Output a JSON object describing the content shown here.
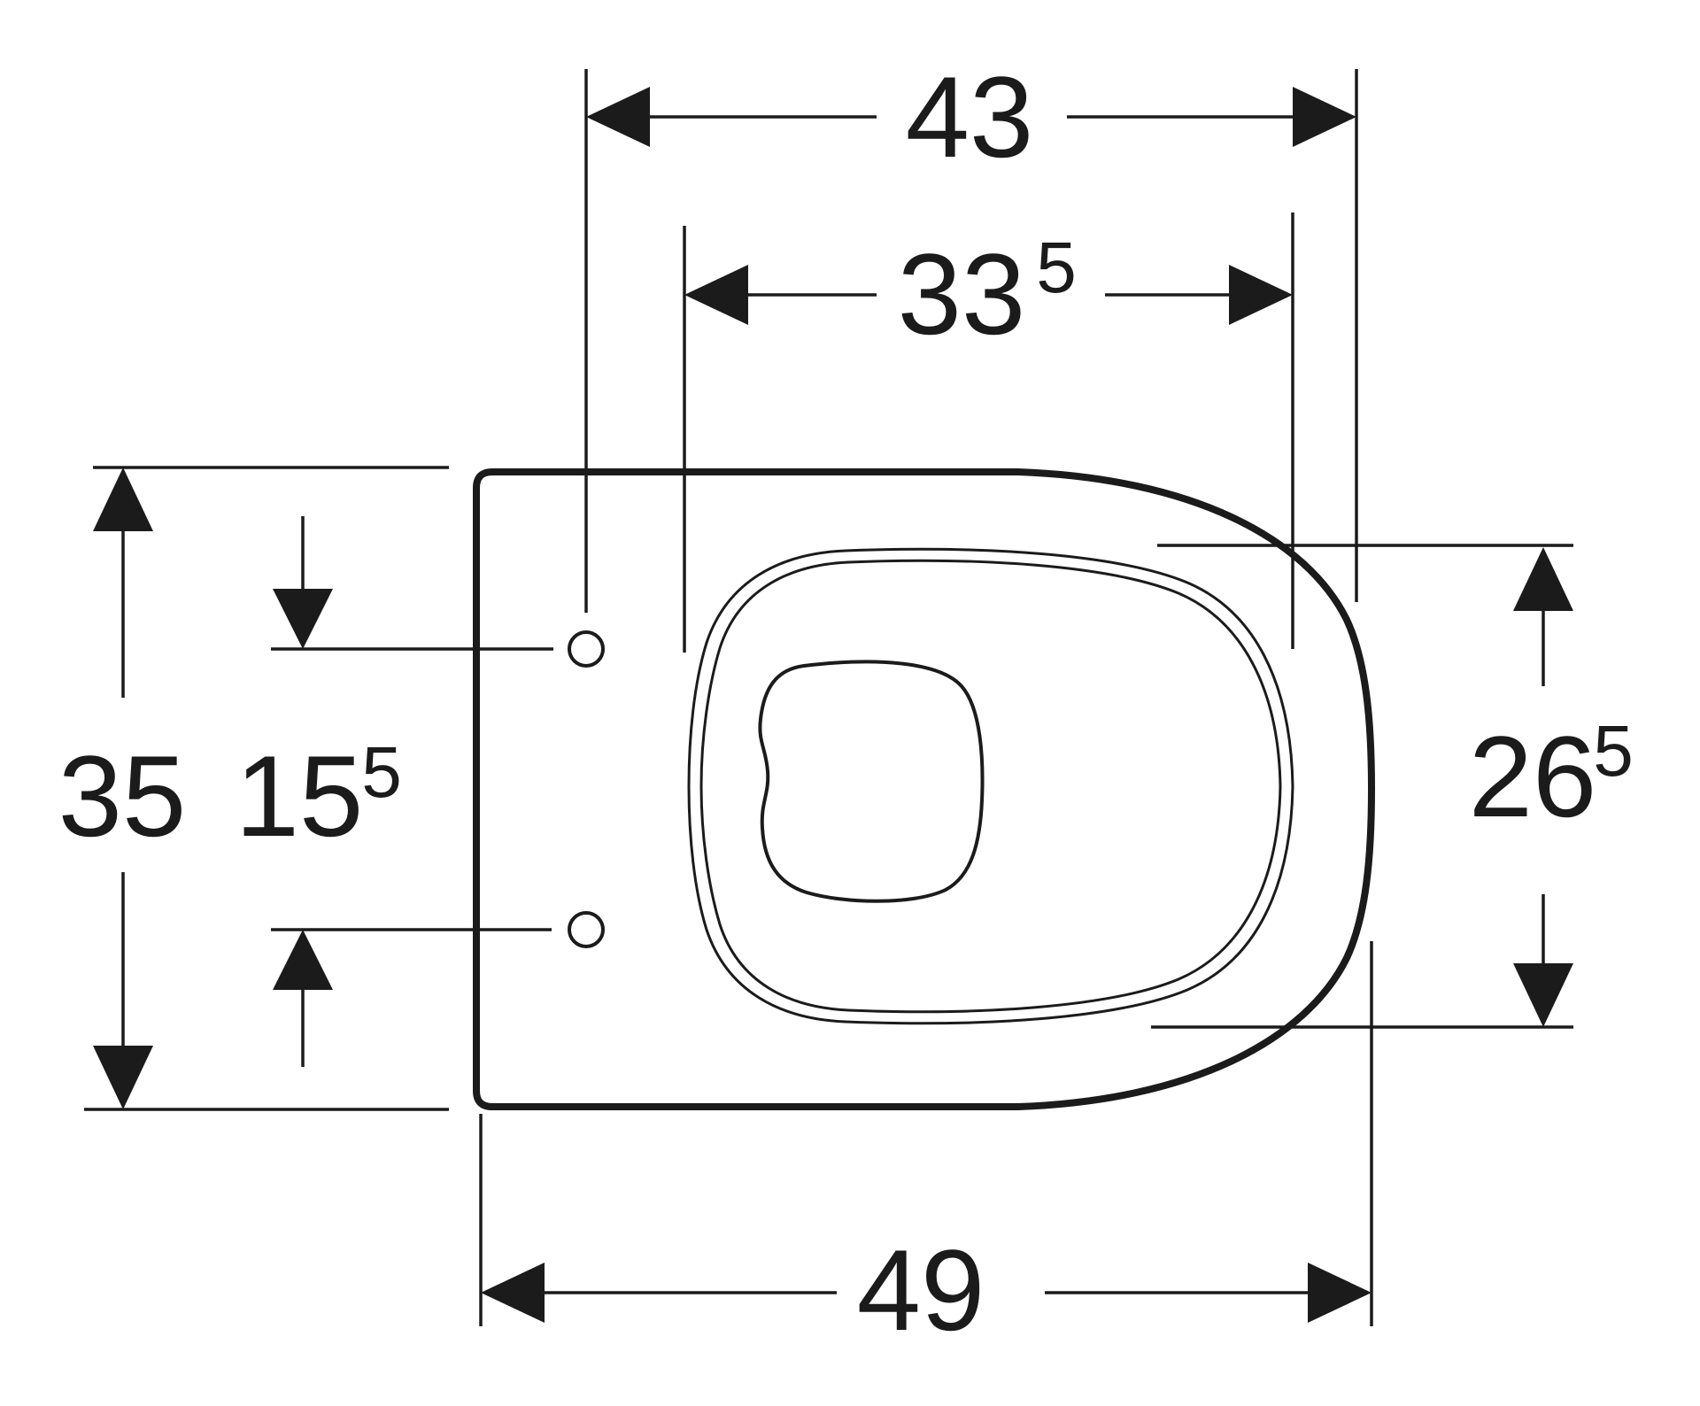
{
  "colors": {
    "ink": "#1b1b1b",
    "background": "#ffffff"
  },
  "drawing": {
    "description": "Black-and-white dimensioned technical line drawing, top view of a wall/floor toilet ceramic: outer body outline, double-line seat ring, inner bowl opening, two seat mounting holes",
    "units_style": "centimeters with superscript half-units"
  },
  "dimensions": {
    "top_outer": {
      "value": "43",
      "sup": ""
    },
    "top_inner": {
      "value": "33",
      "sup": "5"
    },
    "left_outer": {
      "value": "35",
      "sup": ""
    },
    "left_inner": {
      "value": "15",
      "sup": "5"
    },
    "right": {
      "value": "26",
      "sup": "5"
    },
    "bottom": {
      "value": "49",
      "sup": ""
    }
  }
}
